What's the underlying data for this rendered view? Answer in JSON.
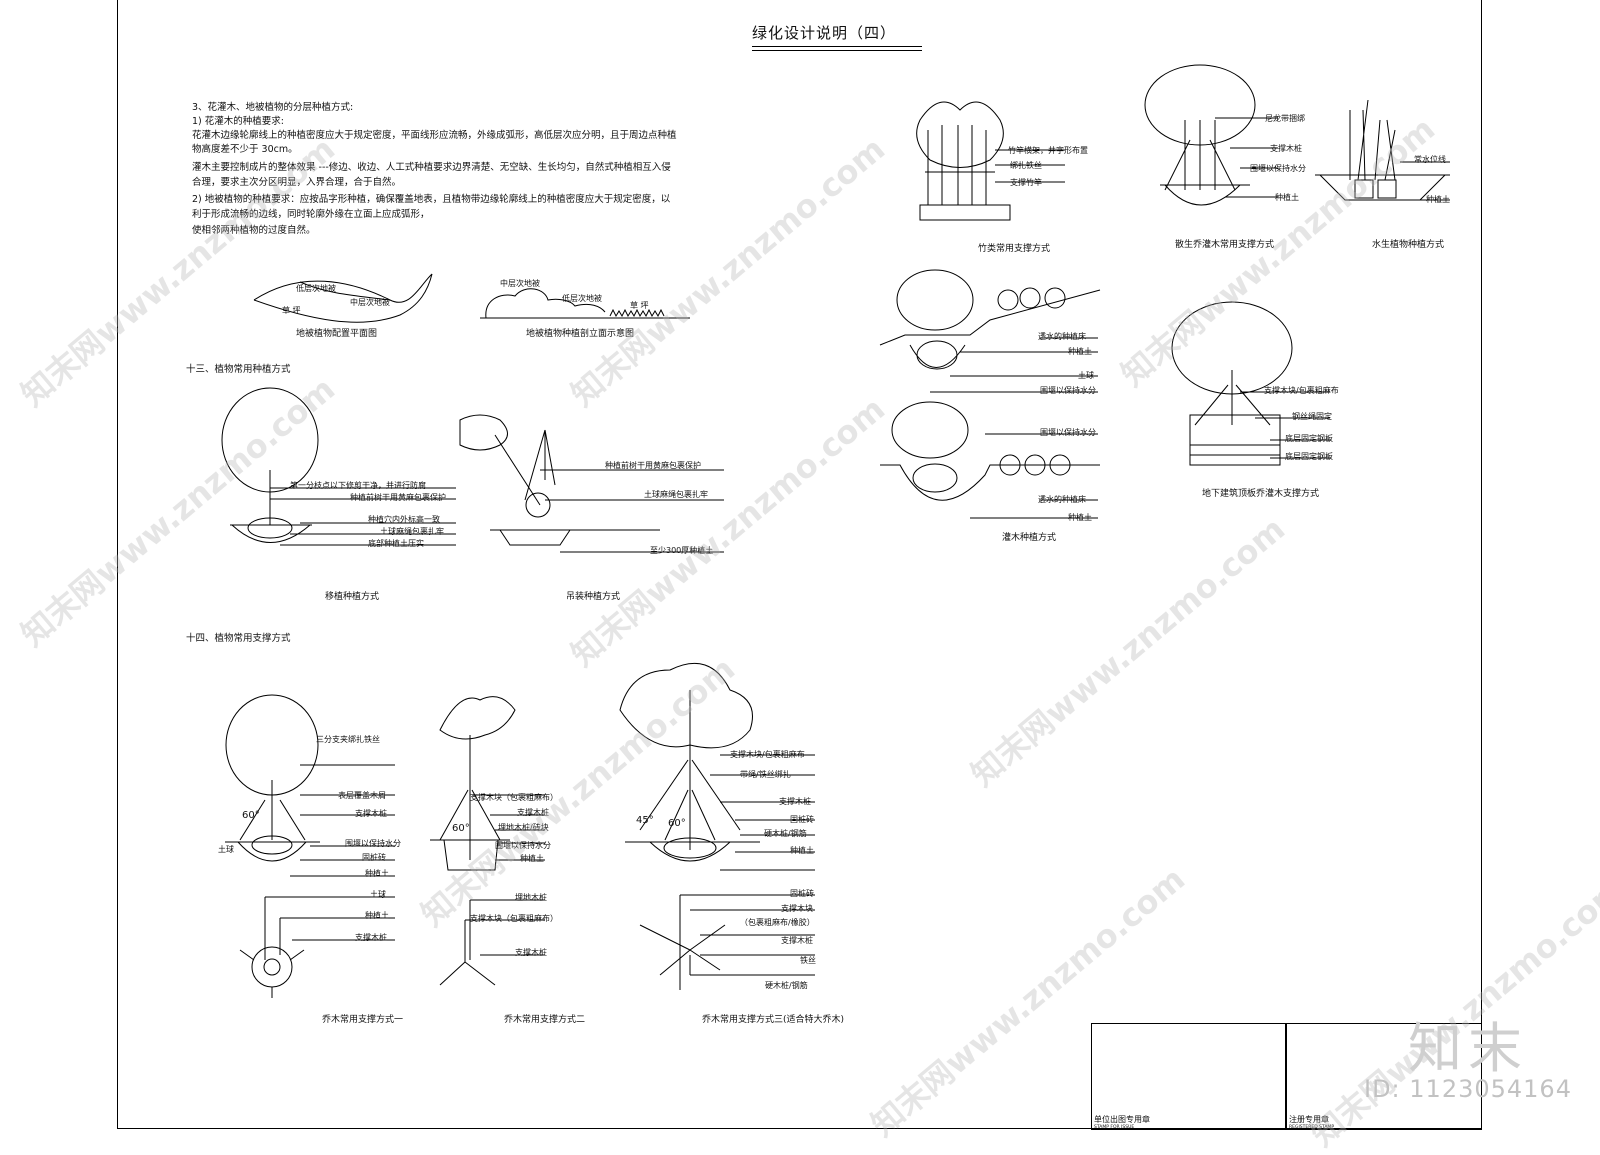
{
  "title": "绿化设计说明（四）",
  "intro": [
    "3、花灌木、地被植物的分层种植方式:",
    "1) 花灌木的种植要求:",
    "花灌木边缘轮廓线上的种植密度应大于规定密度，平面线形应流畅，外缘成弧形，高低层次应分明，且于周边点种植",
    "物高度差不少于        30cm。",
    "灌木主要控制成片的整体效果            ---修边、收边、人工式种植要求边界清楚、无空缺、生长均匀，自然式种植相互入侵",
    "合理，要求主次分区明显，入界合理，合于自然。",
    "2) 地被植物的种植要求：应按品字形种植，确保覆盖地表，且植物带边缘轮廓线上的种植密度应大于规定密度，以",
    "利于形成流畅的边线，同时轮廓外缘在立面上应成弧形，",
    "使相邻两种植物的过度自然。"
  ],
  "sections": {
    "s13": "十三、植物常用种植方式",
    "s14": "十四、植物常用支撑方式"
  },
  "groundcover": {
    "plan_caption": "地被植物配置平面图",
    "section_caption": "地被植物种植剖立面示意图",
    "plan_low": "低层次地被",
    "plan_mid": "中层次地被",
    "plan_grass": "草  坪",
    "sec_mid": "中层次地被",
    "sec_low": "低层次地被",
    "sec_grass": "草  坪"
  },
  "planting": {
    "transplant_caption": "移植种植方式",
    "transplant_labels": [
      "第一分枝点以下修剪干净，并进行防腐",
      "种植前树干用黄麻包裹保护",
      "种植穴内外标高一致",
      "土球麻绳包裹扎牢",
      "底部种植土压实"
    ],
    "hoist_caption": "吊装种植方式",
    "hoist_labels": [
      "种植前树干用黄麻包裹保护",
      "土球麻绳包裹扎牢",
      "至少300厚种植土"
    ]
  },
  "supports": {
    "m1_caption": "乔木常用支撑方式一",
    "m1_labels": [
      "三分支夹绑扎铁丝",
      "表层覆盖木屑",
      "支撑木桩",
      "围堰以保持水分",
      "固桩砖",
      "种植土"
    ],
    "m1_left": "土球",
    "m1_plan": [
      "土球",
      "种植土",
      "支撑木桩"
    ],
    "m1_angle": "60°",
    "m2_caption": "乔木常用支撑方式二",
    "m2_labels": [
      "支撑木块（包裹粗麻布）",
      "支撑木桩",
      "埋地木桩/砖块",
      "围堰以保持水分",
      "种植土"
    ],
    "m2_plan": [
      "埋地木桩",
      "支撑木块（包裹粗麻布）",
      "支撑木桩"
    ],
    "m2_angle": "60°",
    "m3_caption": "乔木常用支撑方式三(适合特大乔木)",
    "m3_labels": [
      "支撑木块/包裹粗麻布",
      "带绳/铁丝绑扎",
      "支撑木桩",
      "固桩砖",
      "硬木桩/钢筋",
      "种植土"
    ],
    "m3_plan": [
      "固桩砖",
      "支撑木块",
      "（包裹粗麻布/橡胶）",
      "支撑木桩",
      "铁丝",
      "硬木桩/钢筋"
    ],
    "m3_angle1": "45°",
    "m3_angle2": "60°"
  },
  "right": {
    "bamboo_caption": "竹类常用支撑方式",
    "bamboo_labels": [
      "竹竿横架，井字形布置",
      "绑扎铁丝",
      "支撑竹竿"
    ],
    "multi_caption": "散生乔灌木常用支撑方式",
    "multi_labels": [
      "尼龙带捆绑",
      "支撑木桩",
      "围堰以保持水分",
      "种植土"
    ],
    "aquatic_caption": "水生植物种植方式",
    "aquatic_labels": [
      "常水位线",
      "种植土"
    ],
    "shrub_caption": "灌木种植方式",
    "shrub_labels_a": [
      "透水的种植床",
      "种植土",
      "土球",
      "围堰以保持水分"
    ],
    "shrub_labels_b": [
      "围堰以保持水分",
      "透水的种植床",
      "种植土"
    ],
    "roof_caption": "地下建筑顶板乔灌木支撑方式",
    "roof_labels": [
      "支撑木块/包裹粗麻布",
      "钢丝绳固定",
      "底层固定钢板",
      "底层固定钢板"
    ]
  },
  "titleblock": {
    "left_label": "单位出图专用章",
    "left_sub": "STAMP FOR ISSUE",
    "right_label": "注册专用章",
    "right_sub": "REGISTERED STAMP"
  },
  "brand": "知末",
  "id_text": "ID: 1123054164",
  "watermark": "知末网www.znzmo.com"
}
